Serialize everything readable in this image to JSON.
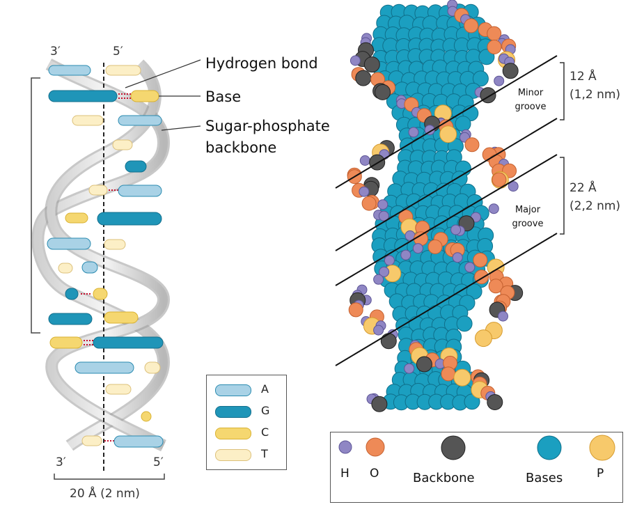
{
  "left_diagram": {
    "end_top_left": "3′",
    "end_top_right": "5′",
    "end_bottom_left": "3′",
    "end_bottom_right": "5′",
    "width_label": "20 Å (2 nm)",
    "callouts": {
      "hydrogen_bond": "Hydrogen bond",
      "base": "Base",
      "backbone_line1": "Sugar-phosphate",
      "backbone_line2": "backbone"
    },
    "legend": [
      {
        "label": "A",
        "color": "#a9d2e6",
        "border": "#2a8bb0"
      },
      {
        "label": "G",
        "color": "#1f95b8",
        "border": "#136f8d"
      },
      {
        "label": "C",
        "color": "#f5d770",
        "border": "#d9b232"
      },
      {
        "label": "T",
        "color": "#fcefc6",
        "border": "#dcc07a"
      }
    ]
  },
  "right_diagram": {
    "minor_groove": {
      "line1": "Minor",
      "line2": "groove",
      "dim1": "12 Å",
      "dim2": "(1,2 nm)"
    },
    "major_groove": {
      "line1": "Major",
      "line2": "groove",
      "dim1": "22 Å",
      "dim2": "(2,2 nm)"
    },
    "legend": [
      {
        "label": "H",
        "color": "#8f86c4"
      },
      {
        "label": "O",
        "color": "#ee8a57"
      },
      {
        "label": "Backbone",
        "color": "#555555"
      },
      {
        "label": "Bases",
        "color": "#1b9fc0"
      },
      {
        "label": "P",
        "color": "#f7c96b"
      }
    ]
  }
}
